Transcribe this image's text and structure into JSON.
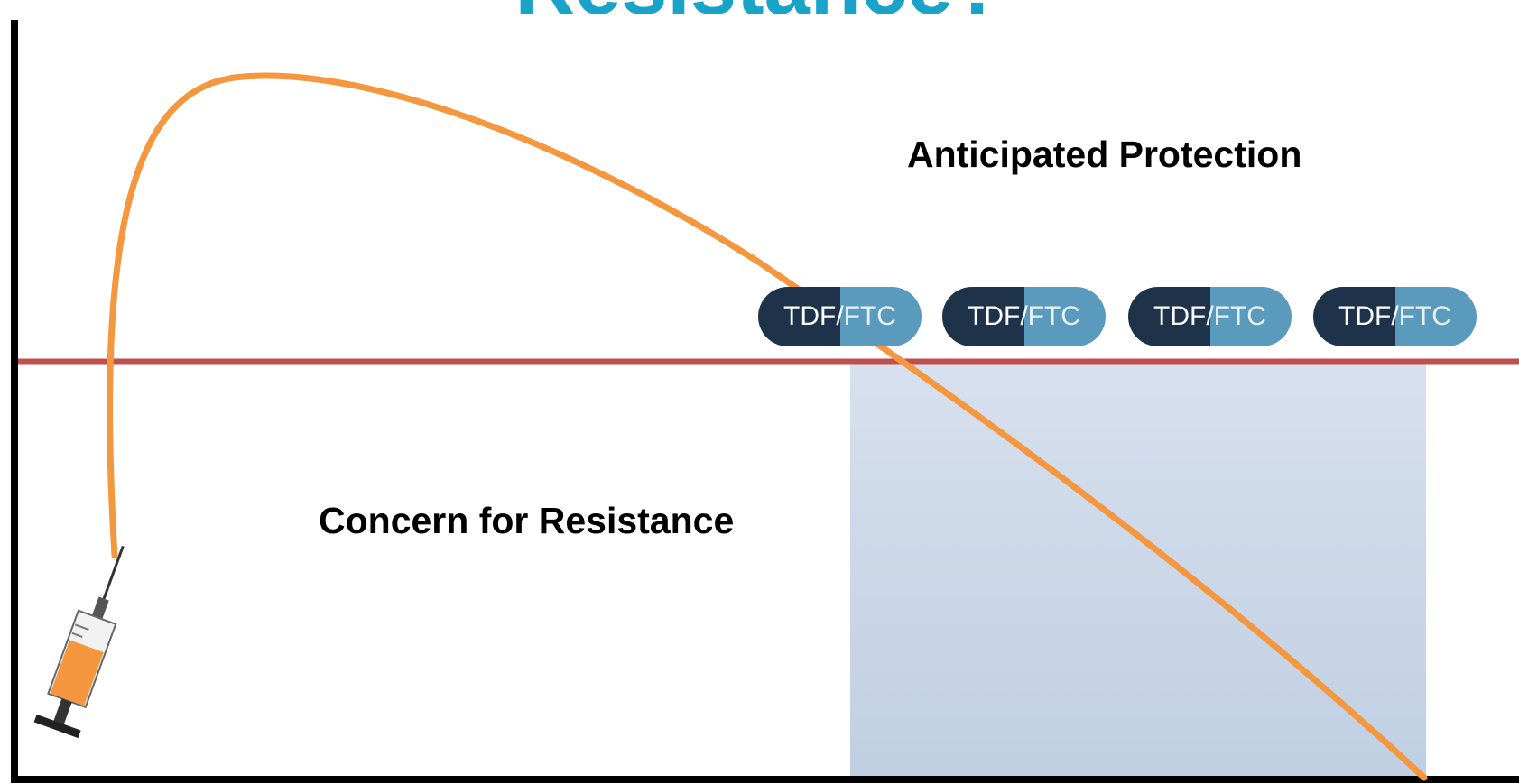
{
  "title": "Resistance?",
  "labels": {
    "protection": "Anticipated Protection",
    "resistance": "Concern for Resistance"
  },
  "pills": [
    {
      "left_text": "TDF/",
      "right_text": "FTC"
    },
    {
      "left_text": "TDF/",
      "right_text": "FTC"
    },
    {
      "left_text": "TDF/",
      "right_text": "FTC"
    },
    {
      "left_text": "TDF/",
      "right_text": "FTC"
    }
  ],
  "icons": {
    "syringe": "syringe-icon",
    "pill": "pill-capsule-icon"
  },
  "colors": {
    "title": "#1aa3c8",
    "drug_curve": "#f5973e",
    "threshold_line": "#c0504d",
    "protection_band": "#ccd8e8",
    "pill_dark": "#1e3349",
    "pill_light": "#5a9abd",
    "axes": "#000000"
  }
}
